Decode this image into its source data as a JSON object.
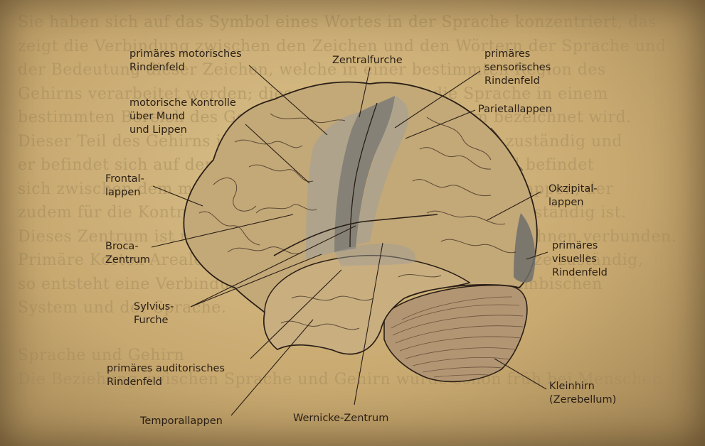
{
  "background_text": [
    "Sie haben sich auf das Symbol eines Wortes in der Sprache konzentriert, das",
    "zeigt die Verbindung zwischen den Zeichen und den Wörtern der Sprache und",
    "der Bedeutung dieser Zeichen, welche in einer bestimmten Region des",
    "Gehirns verarbeitet werden; diese Region ist nun die Sprache in einem",
    "bestimmten Bereich des Gehirns, der als Sprachzentrum bezeichnet wird.",
    "Dieser Teil des Gehirns ist für die Produktion der Sprache zuständig und",
    "er befindet sich auf der linken Seite des Gehirns. Dieser Teil befindet",
    "sich zwischen dem motorischen Rindenfeld und dem Frontallappen, der",
    "zudem für die Kontrolle der Muskeln von Mund und Lippen zuständig ist.",
    "Dieses Zentrum ist mit dem Wernicke-Zentrum über Nervenbahnen verbunden.",
    "Primäre Kortex-Areale sind für die Verarbeitung der Sinnesreize zuständig,",
    "so entsteht eine Verbindung zwischen den Sinnen und dem limbischen",
    "System und der Sprache.",
    "",
    "Sprache und Gehirn",
    "Die Beziehung zwischen Sprache und Gehirn wurde schon früh bei Menschen"
  ],
  "labels": {
    "primary_motor": "primäres motorisches\nRindenfeld",
    "motor_control": "motorische Kontrolle\nüber Mund\nund Lippen",
    "frontal": "Frontal-\nlappen",
    "broca": "Broca-\nZentrum",
    "sylvius": "Sylvius-\nFurche",
    "auditory": "primäres auditorisches\nRindenfeld",
    "temporal": "Temporallappen",
    "central": "Zentralfurche",
    "sensory": "primäres\nsensorisches\nRindenfeld",
    "parietal": "Parietallappen",
    "occipital": "Okzipital-\nlappen",
    "visual": "primäres\nvisuelles\nRindenfeld",
    "wernicke": "Wernicke-Zentrum",
    "cerebellum": "Kleinhirn\n(Zerebellum)"
  }
}
